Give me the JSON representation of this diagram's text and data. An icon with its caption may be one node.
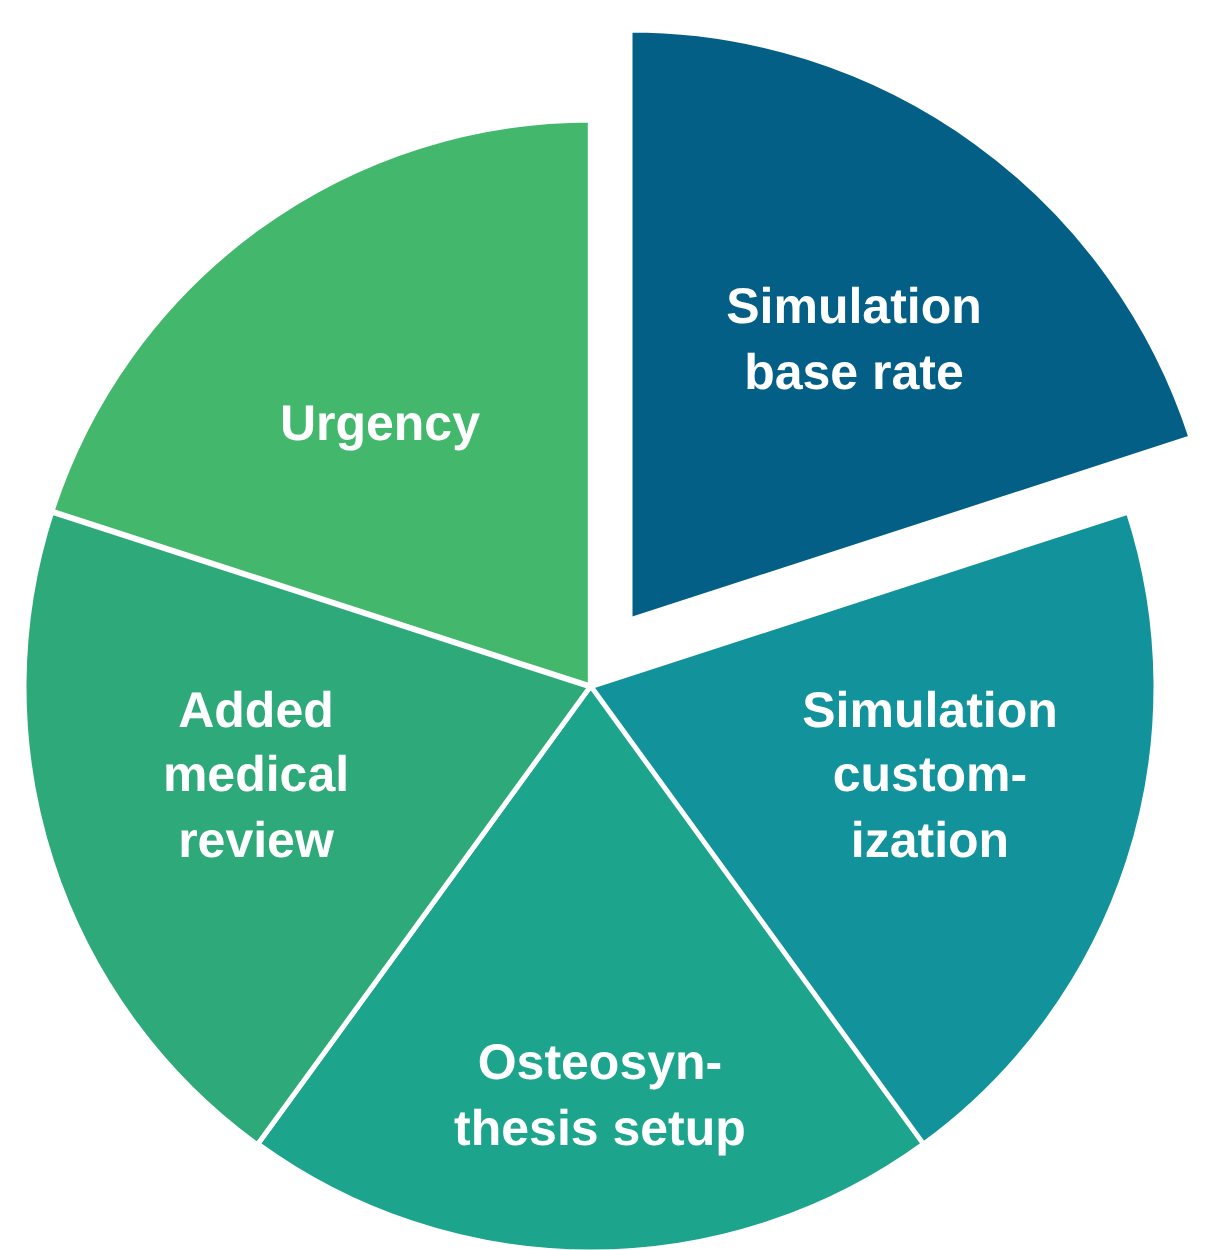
{
  "diagram": {
    "nodes": [
      {
        "text": [
          "Simulation base rate"
        ]
      },
      {
        "text": [
          "Simulation custom- ization"
        ]
      },
      {
        "text": [
          "Osteosyn- thesis setup"
        ]
      },
      {
        "text": [
          "Added medical review"
        ]
      },
      {
        "text": [
          "Urgency"
        ]
      }
    ]
  }
}
